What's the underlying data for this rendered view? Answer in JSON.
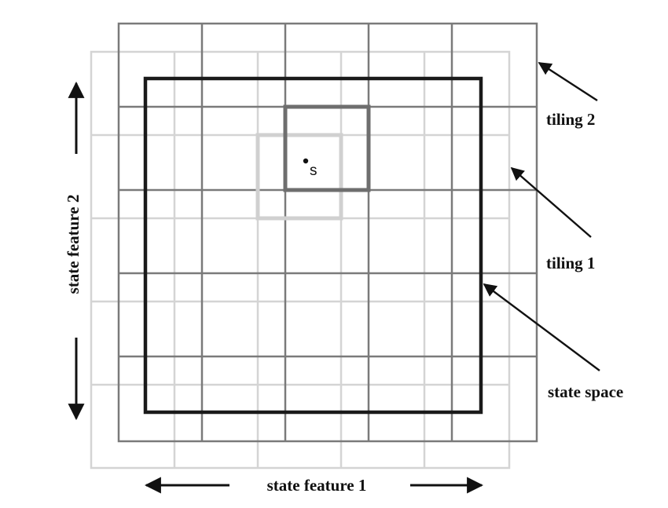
{
  "labels": {
    "tiling_2": "tiling 2",
    "tiling_1": "tiling 1",
    "state_space": "state space",
    "feature_1": "state feature 1",
    "feature_2": "state feature 2",
    "point": "s"
  },
  "colors": {
    "tiling_1": "#d4d4d4",
    "tiling_2": "#7a7a7a",
    "state_space": "#1a1a1a",
    "highlight_1": "#d0d0d0",
    "highlight_2": "#6e6e6e",
    "arrow": "#111111"
  }
}
